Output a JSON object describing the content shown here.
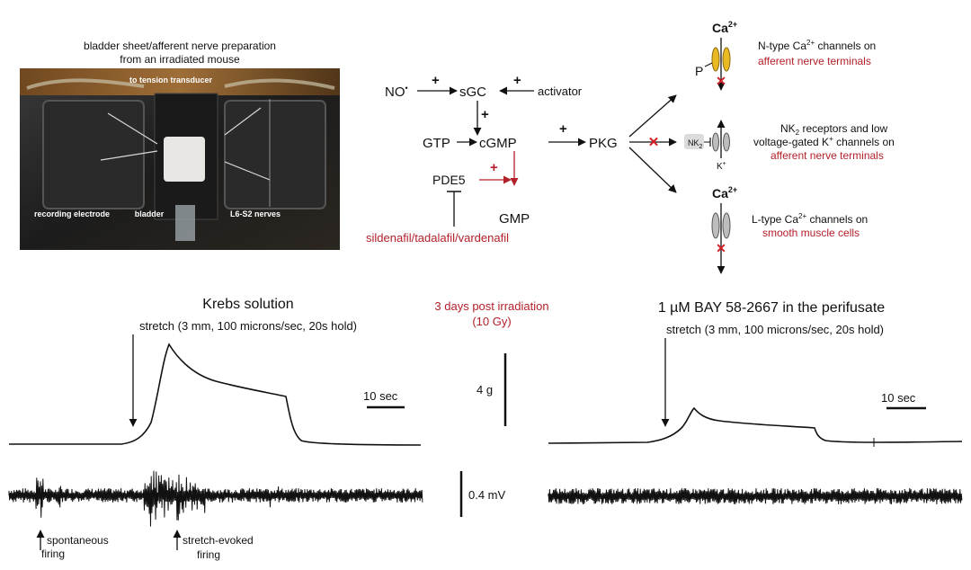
{
  "photo": {
    "caption_line1": "bladder sheet/afferent nerve preparation",
    "caption_line2": "from an irradiated mouse",
    "label_transducer": "to tension transducer",
    "label_electrode": "recording electrode",
    "label_bladder": "bladder",
    "label_nerves": "L6-S2 nerves"
  },
  "pathway": {
    "no": "NO",
    "sgc": "sGC",
    "activator": "activator",
    "gtp": "GTP",
    "cgmp": "cGMP",
    "pkg": "PKG",
    "pde5": "PDE5",
    "gmp": "GMP",
    "inhibitors": "sildenafil/tadalafil/vardenafil",
    "plus": "+",
    "targets": {
      "ca": "Ca",
      "ca_sup": "2+",
      "p": "P",
      "nk2": "NK",
      "nk2_sub": "2",
      "k": "K",
      "k_sup": "+",
      "ntype_line1_a": "N-type Ca",
      "ntype_line1_b": " channels on",
      "ntype_line2": "afferent nerve terminals",
      "nk_line1_a": "NK",
      "nk_line1_b": " receptors and low",
      "nk_line2_a": "voltage-gated K",
      "nk_line2_b": " channels on",
      "nk_line3": "afferent nerve terminals",
      "ltype_line1_a": "L-type Ca",
      "ltype_line1_b": " channels on",
      "ltype_line2": "smooth muscle cells"
    }
  },
  "recording": {
    "left_title": "Krebs solution",
    "stretch_label": "stretch (3 mm, 100 microns/sec, 20s hold)",
    "center_line1": "3 days post irradiation",
    "center_line2": "(10 Gy)",
    "right_title": "1 µM BAY 58-2667 in the perifusate",
    "time_scale": "10 sec",
    "force_scale": "4 g",
    "voltage_scale": "0.4 mV",
    "spontaneous_line1": "spontaneous",
    "spontaneous_line2": "firing",
    "evoked_line1": "stretch-evoked",
    "evoked_line2": "firing"
  },
  "colors": {
    "accent_red": "#b3202a",
    "channel_yellow": "#e8b923",
    "channel_gray": "#bdbdbd"
  }
}
